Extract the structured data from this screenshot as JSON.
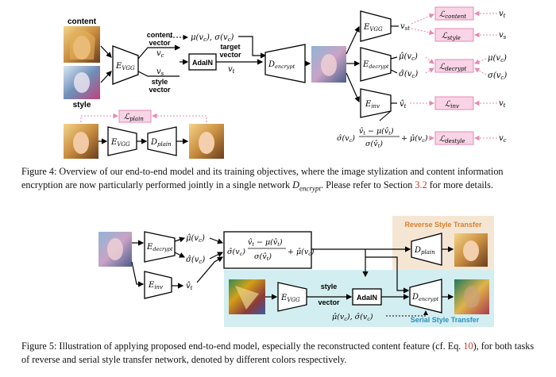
{
  "figure4": {
    "labels": {
      "content": "content",
      "style": "style",
      "content_vector": "content",
      "content_vector2": "vector",
      "vc": "v",
      "vs": "v",
      "style_vector": "style",
      "style_vector2": "vector",
      "target": "target",
      "target_vector": "vector",
      "vt": "v",
      "musigma": "μ(v",
      "adain": "AdaIN",
      "evgg": "E",
      "dencrypt": "D",
      "edecrypt": "E",
      "einv": "E",
      "dplain": "D",
      "vst": "v",
      "mu_hat": "μ̂(v",
      "sigma_hat": "σ̂(v",
      "vhat_t": "v̂",
      "loss_content": "ℒ",
      "loss_style": "ℒ",
      "loss_decrypt": "ℒ",
      "loss_inv": "ℒ",
      "loss_destyle": "ℒ",
      "loss_plain": "ℒ",
      "out_vt": "v",
      "out_vs": "v",
      "out_mu": "μ(v",
      "out_sigma": "σ(v",
      "out_vt2": "v",
      "out_vc": "v"
    },
    "caption_prefix": "Figure 4: Overview of our end-to-end model and its training objectives, where the image stylization and content information encryption are now particularly performed jointly in a single network ",
    "caption_math": "D",
    "caption_math_sub": "encrypt",
    "caption_mid": ". Please refer to Section ",
    "caption_ref": "3.2",
    "caption_suffix": " for more details."
  },
  "figure5": {
    "labels": {
      "edecrypt": "E",
      "einv": "E",
      "evgg": "E",
      "adain": "AdaIN",
      "dplain": "D",
      "dencrypt": "D",
      "style_vector": "style",
      "style_vector2": "vector",
      "reverse": "Reverse Style Transfer",
      "serial": "Serial Style Transfer",
      "mu_hat": "μ̂(v",
      "sigma_hat": "σ̂(v",
      "vhat_t": "v̂"
    },
    "caption_prefix": "Figure 5: Illustration of applying proposed end-to-end model, especially the reconstructed content feature (cf. Eq. ",
    "caption_ref": "10",
    "caption_suffix": "), for both tasks of reverse and serial style transfer network, denoted by different colors respectively."
  },
  "colors": {
    "loss_fill": "#f9d4e6",
    "loss_stroke": "#e38ab5",
    "reverse_bg": "#f5e6d4",
    "serial_bg": "#d3eef0",
    "reverse_text": "#d97f2b",
    "serial_text": "#2a8fc1",
    "ref_red": "#c0392b"
  }
}
